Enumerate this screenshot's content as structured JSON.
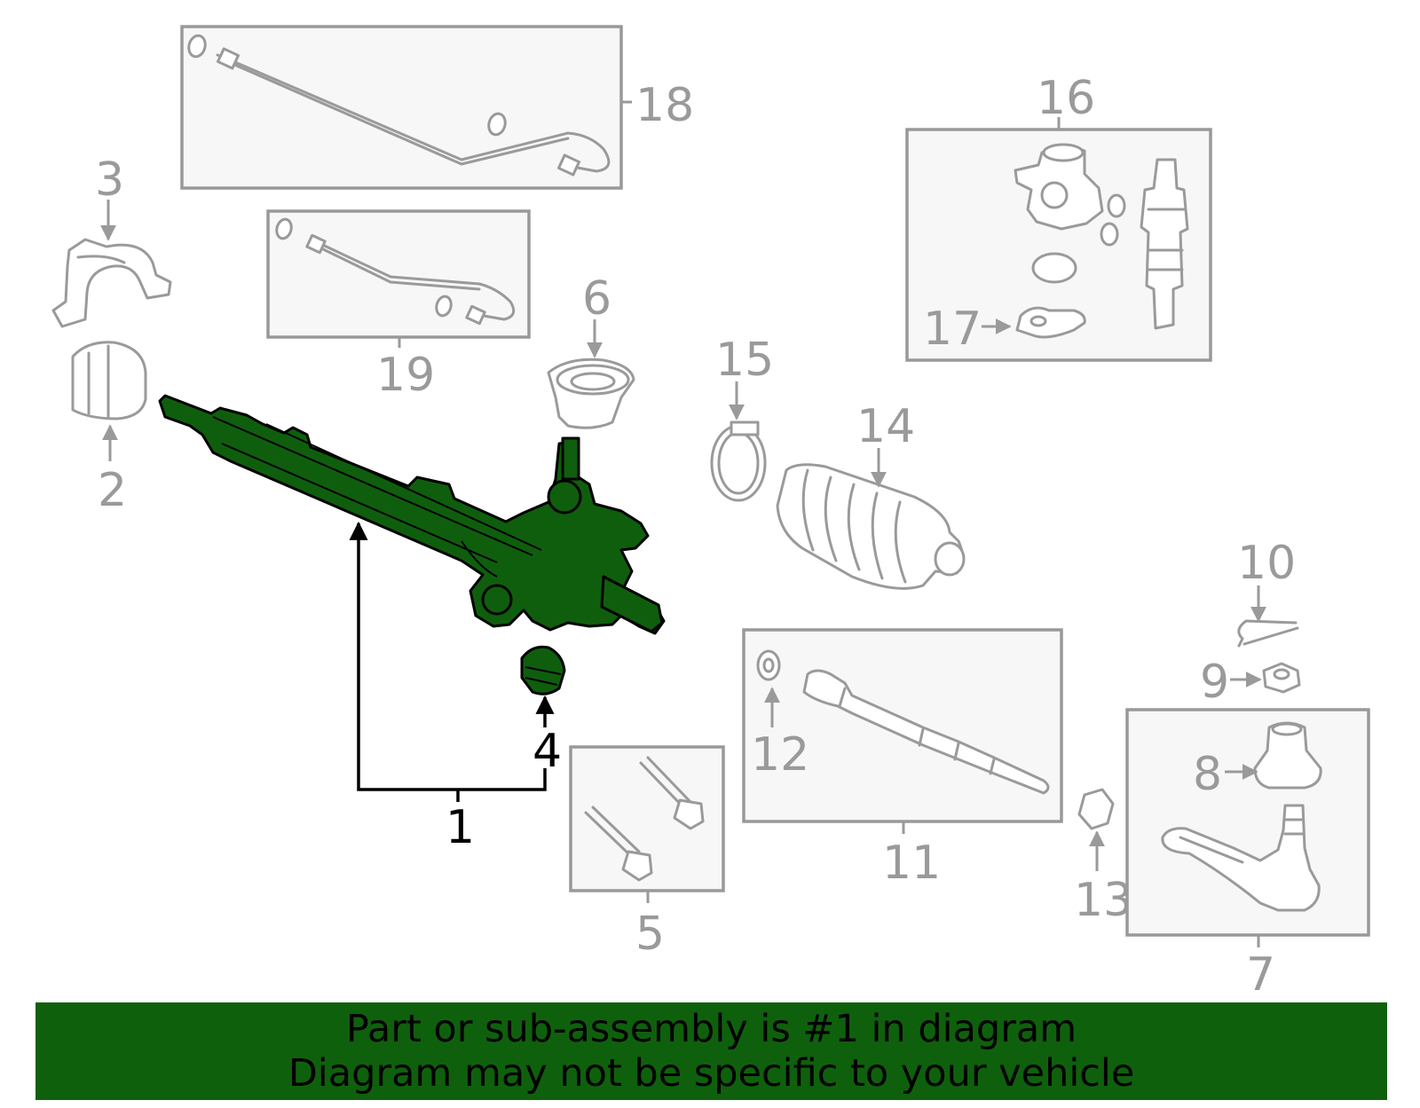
{
  "diagram": {
    "highlighted_part": "1",
    "callouts": {
      "c1": "1",
      "c2": "2",
      "c3": "3",
      "c4": "4",
      "c5": "5",
      "c6": "6",
      "c7": "7",
      "c8": "8",
      "c9": "9",
      "c10": "10",
      "c11": "11",
      "c12": "12",
      "c13": "13",
      "c14": "14",
      "c15": "15",
      "c16": "16",
      "c17": "17",
      "c18": "18",
      "c19": "19"
    },
    "colors": {
      "highlight": "#0f5e0d",
      "outline": "#9a9a9a",
      "banner": "#0f600c"
    }
  },
  "banner": {
    "line1": "Part or sub-assembly is #1 in diagram",
    "line2": "Diagram may not be specific to your vehicle"
  }
}
